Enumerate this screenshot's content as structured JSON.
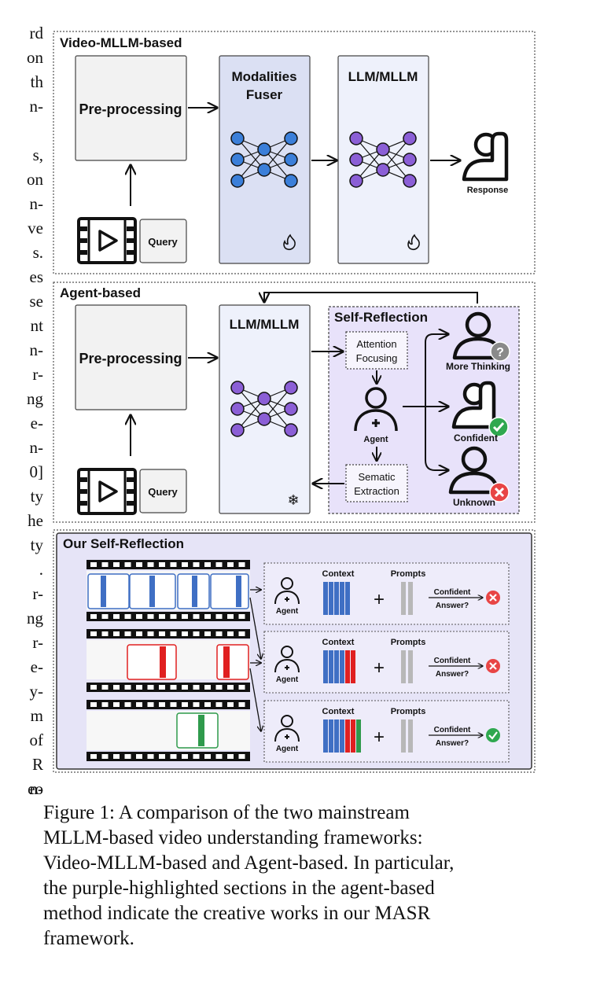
{
  "left_column": [
    "rd",
    "on",
    "th",
    "n-",
    "s,",
    "on",
    "n-",
    "ve",
    "s.",
    "es",
    "se",
    "nt",
    "n-",
    "r-",
    "ng",
    "e-",
    "n-",
    "0]",
    "ty",
    "he",
    "ty",
    ".",
    "r-",
    "ng",
    "r-",
    "e-",
    "y-",
    "m",
    "of",
    "R",
    "n-",
    "eo"
  ],
  "sections": {
    "video": {
      "title": "Video-MLLM-based",
      "preprocessing": "Pre-processing",
      "query": "Query",
      "fuser": [
        "Modalities",
        "Fuser"
      ],
      "llm": "LLM/MLLM",
      "response": "Response"
    },
    "agent": {
      "title": "Agent-based",
      "preprocessing": "Pre-processing",
      "query": "Query",
      "llm": "LLM/MLLM",
      "self_reflection": "Self-Reflection",
      "attention": [
        "Attention",
        "Focusing"
      ],
      "agent": "Agent",
      "extraction": [
        "Sematic",
        "Extraction"
      ],
      "outcomes": [
        "More Thinking",
        "Confident",
        "Unknown"
      ]
    },
    "ours": {
      "title": "Our Self-Reflection",
      "rows": [
        {
          "agent": "Agent",
          "context": "Context",
          "prompts": "Prompts",
          "question": [
            "Confident",
            "Answer?"
          ],
          "result": "no"
        },
        {
          "agent": "Agent",
          "context": "Context",
          "prompts": "Prompts",
          "question": [
            "Confident",
            "Answer?"
          ],
          "result": "no"
        },
        {
          "agent": "Agent",
          "context": "Context",
          "prompts": "Prompts",
          "question": [
            "Confident",
            "Answer?"
          ],
          "result": "yes"
        }
      ]
    }
  },
  "caption": [
    "Figure 1: A comparison of the two mainstream",
    "MLLM-based video understanding frameworks:",
    "Video-MLLM-based and Agent-based. In particular,",
    "the purple-highlighted sections in the agent-based",
    "method indicate the creative works in our MASR",
    "framework."
  ],
  "colors": {
    "blue_node": "#3b7fd9",
    "purple_node": "#8b5fd6",
    "fuser_bg": "#dbe0f3",
    "llm_bg": "#eef1fb",
    "reflection_bg": "#e8e2fa",
    "ours_bg": "#e6e4f7",
    "frame_blue": "#3f6fc4",
    "frame_red": "#e02020",
    "frame_green": "#2f9a4c"
  }
}
